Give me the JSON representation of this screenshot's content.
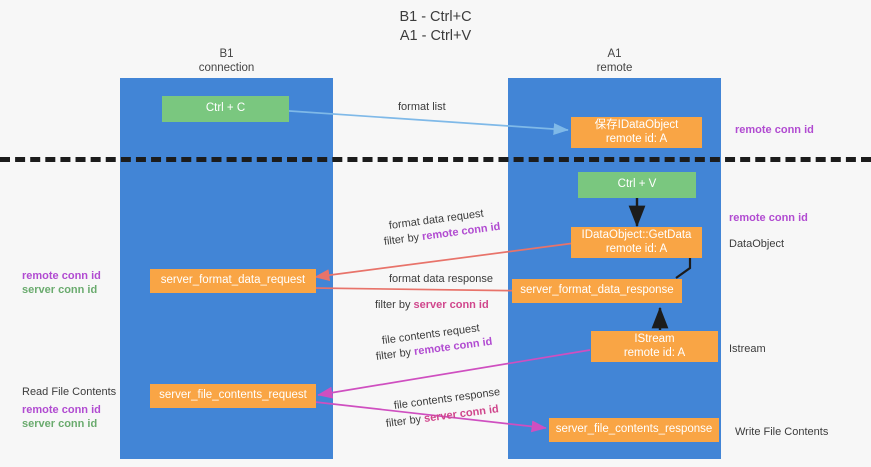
{
  "title": {
    "line1": "B1 - Ctrl+C",
    "line2": "A1 - Ctrl+V"
  },
  "lanes": [
    {
      "id": "b1",
      "name": "B1",
      "role": "connection"
    },
    {
      "id": "a1",
      "name": "A1",
      "role": "remote"
    }
  ],
  "nodes": {
    "ctrl_c": {
      "line1": "Ctrl + C",
      "line2": ""
    },
    "ctrl_v": {
      "line1": "Ctrl + V",
      "line2": ""
    },
    "idataobject_store": {
      "line1": "保存IDataObject",
      "line2": "remote id: A"
    },
    "idataobject_getdata": {
      "line1": "IDataObject::GetData",
      "line2": "remote id: A"
    },
    "server_format_data_request": {
      "line1": "server_format_data_request",
      "line2": ""
    },
    "server_format_data_response": {
      "line1": "server_format_data_response",
      "line2": ""
    },
    "istream": {
      "line1": "IStream",
      "line2": "remote id: A"
    },
    "server_file_contents_request": {
      "line1": "server_file_contents_request",
      "line2": ""
    },
    "server_file_contents_response": {
      "line1": "server_file_contents_response",
      "line2": ""
    }
  },
  "edge_labels": {
    "format_list": "format list",
    "format_data_request": "format data request",
    "format_data_request_filter_prefix": "filter by ",
    "format_data_request_filter_key": "remote conn id",
    "format_data_response": "format data response",
    "format_data_response_filter_prefix": "filter by ",
    "format_data_response_filter_key": "server conn id",
    "file_contents_request": "file contents request",
    "file_contents_request_filter_prefix": "filter by ",
    "file_contents_request_filter_key": "remote conn id",
    "file_contents_response": "file contents response",
    "file_contents_response_filter_prefix": "filter by ",
    "file_contents_response_filter_key": "server conn id"
  },
  "annotations": {
    "right_remote_conn_id_top": "remote conn id",
    "right_remote_conn_id_mid": "remote conn id",
    "right_dataobject": "DataObject",
    "right_istream": "Istream",
    "right_write_file_contents": "Write File Contents",
    "left_remote_conn_id": "remote conn id",
    "left_server_conn_id": "server conn id",
    "left_read_file_contents": "Read File Contents",
    "left_remote_conn_id_2": "remote conn id",
    "left_server_conn_id_2": "server conn id"
  },
  "colors": {
    "lane": "#4285d6",
    "green_node": "#7ac77f",
    "orange_node": "#f9a545",
    "arrow_blue": "#7fb9e8",
    "arrow_red": "#e8736a",
    "arrow_magenta": "#cf4fc0",
    "arrow_black": "#1c1c1c",
    "remote_key": "#b14bd1",
    "server_key": "#6aab6e",
    "divider": "#1c1c1c",
    "background": "#f7f7f7"
  }
}
